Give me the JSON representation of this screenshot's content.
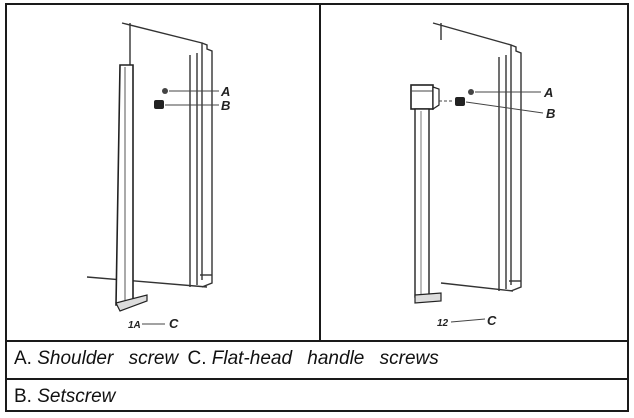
{
  "figure": {
    "left_callouts": {
      "a": "A",
      "b": "B",
      "c": "C",
      "c_mark": "1A"
    },
    "right_callouts": {
      "a": "A",
      "b": "B",
      "c": "C",
      "c_mark": "12"
    }
  },
  "legend": {
    "row1": {
      "a_letter": "A.",
      "a_text": "Shoulder screw",
      "c_letter": "C.",
      "c_text": "Flat-head handle screws"
    },
    "row2": {
      "b_letter": "B.",
      "b_text": "Setscrew"
    }
  }
}
